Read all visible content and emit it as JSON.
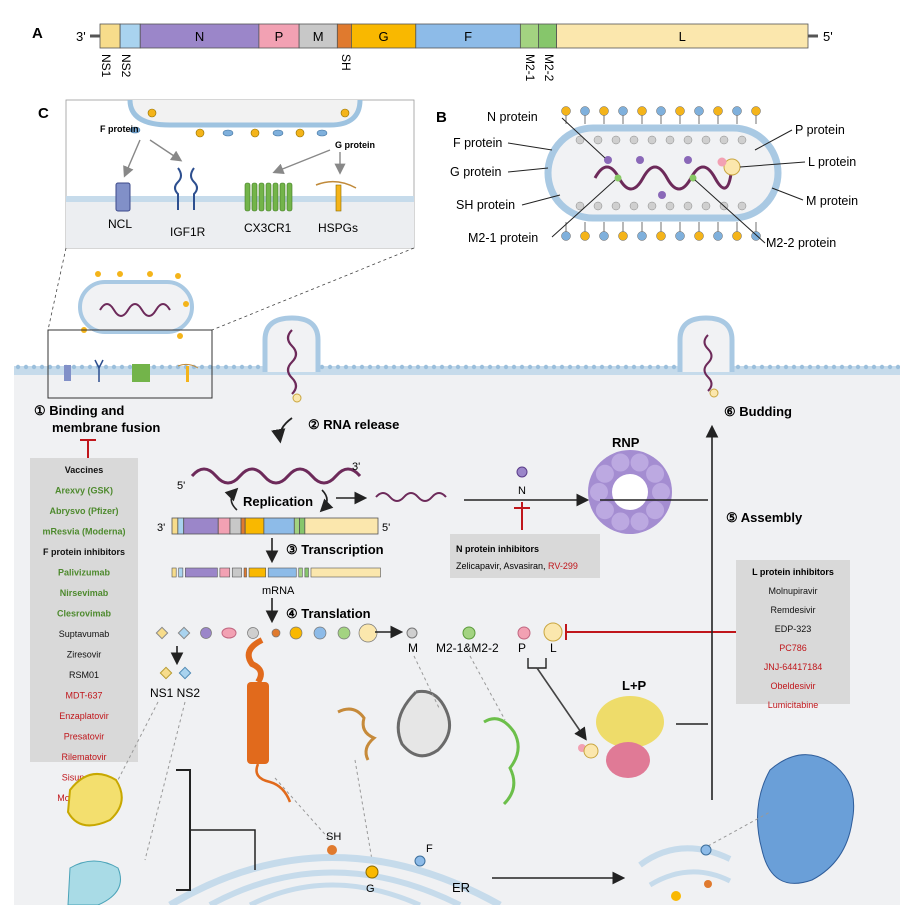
{
  "panel_letters": {
    "a": "A",
    "b": "B",
    "c": "C"
  },
  "genome": {
    "end_left": "3'",
    "end_right": "5'",
    "genes": [
      {
        "label": "",
        "color": "#f7dc8b"
      },
      {
        "label": "",
        "color": "#a9d3ef"
      },
      {
        "label": "N",
        "color": "#9b86c9"
      },
      {
        "label": "P",
        "color": "#f2a1b3"
      },
      {
        "label": "M",
        "color": "#c8c8c8"
      },
      {
        "label": "",
        "color": "#e07a2e"
      },
      {
        "label": "G",
        "color": "#f9b800"
      },
      {
        "label": "F",
        "color": "#8dbbe8"
      },
      {
        "label": "",
        "color": "#a3d381"
      },
      {
        "label": "",
        "color": "#86c66b"
      },
      {
        "label": "L",
        "color": "#fbe7ad"
      }
    ],
    "below_labels": [
      "NS1",
      "NS2",
      "SH",
      "M2-1",
      "M2-2"
    ]
  },
  "panel_b": {
    "labels_left": [
      "N protein",
      "F protein",
      "G protein",
      "SH protein",
      "M2-1 protein"
    ],
    "labels_right": [
      "P protein",
      "L protein",
      "M protein",
      "M2-2 protein"
    ]
  },
  "receptors": {
    "f_protein": "F protein",
    "g_protein": "G protein",
    "items": [
      "NCL",
      "IGF1R",
      "CX3CR1",
      "HSPGs"
    ]
  },
  "steps": {
    "s1": "① Binding and",
    "s1b": "membrane fusion",
    "s2": "② RNA release",
    "s3": "③ Transcription",
    "s4": "④ Translation",
    "s5": "⑤ Assembly",
    "s6": "⑥ Budding"
  },
  "rna": {
    "five": "5'",
    "three": "3'",
    "replication": "Replication",
    "mrna": "mRNA",
    "n": "N"
  },
  "vaccine_box": {
    "title": "Vaccines",
    "vaccines": [
      "Arexvy (GSK)",
      "Abrysvo (Pfizer)",
      "mResvia (Moderna)"
    ],
    "inhib_title": "F protein inhibitors",
    "inhibitors": [
      {
        "name": "Palivizumab",
        "color": "#4e8a2e"
      },
      {
        "name": "Nirsevimab",
        "color": "#4e8a2e"
      },
      {
        "name": "Clesrovimab",
        "color": "#4e8a2e"
      },
      {
        "name": "Suptavumab",
        "color": "#111111"
      },
      {
        "name": "Ziresovir",
        "color": "#111111"
      },
      {
        "name": "RSM01",
        "color": "#111111"
      },
      {
        "name": "MDT-637",
        "color": "#c0161b"
      },
      {
        "name": "Enzaplatovir",
        "color": "#c0161b"
      },
      {
        "name": "Presatovir",
        "color": "#c0161b"
      },
      {
        "name": "Rilematovir",
        "color": "#c0161b"
      },
      {
        "name": "Sisunatovir",
        "color": "#c0161b"
      },
      {
        "name": "Motavizumab",
        "color": "#c0161b"
      }
    ]
  },
  "n_box": {
    "title": "N protein inhibitors",
    "black": "Zelicapavir, Asvasiran, ",
    "red": "RV-299"
  },
  "l_box": {
    "title": "L protein inhibitors",
    "items": [
      {
        "name": "Molnupiravir",
        "color": "#111111"
      },
      {
        "name": "Remdesivir",
        "color": "#111111"
      },
      {
        "name": "EDP-323",
        "color": "#111111"
      },
      {
        "name": "PC786",
        "color": "#c0161b"
      },
      {
        "name": "JNJ-64417184",
        "color": "#c0161b"
      },
      {
        "name": "Obeldesivir",
        "color": "#c0161b"
      },
      {
        "name": "Lumicitabine",
        "color": "#c0161b"
      }
    ]
  },
  "proteins": {
    "rnp": "RNP",
    "lp": "L+P",
    "m": "M",
    "m21": "M2-1&M2-2",
    "p": "P",
    "l": "L",
    "ns": "NS1 NS2",
    "sh": "SH",
    "g": "G",
    "f": "F",
    "er": "ER"
  },
  "colors": {
    "accent_red": "#c0161b",
    "green_text": "#4e8a2e",
    "cell_bg": "#f0f1f3",
    "membrane": "#b7d3e8"
  }
}
